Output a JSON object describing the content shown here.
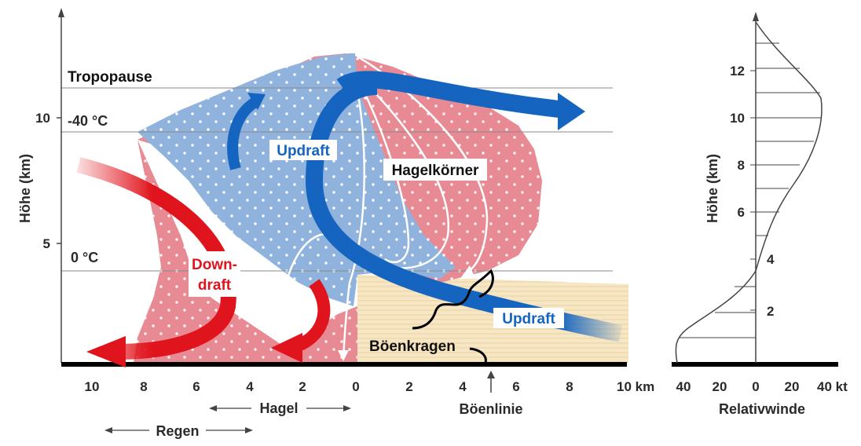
{
  "left_plot": {
    "y_axis_label": "Höhe (km)",
    "y_ticks": [
      "10",
      "5"
    ],
    "x_ticks": [
      "10",
      "8",
      "6",
      "4",
      "2",
      "0",
      "2",
      "4",
      "6",
      "8",
      "10 km"
    ],
    "levels": {
      "tropopause": "Tropopause",
      "minus40": "-40 °C",
      "zero": "0 °C"
    },
    "labels": {
      "updraft_top": "Updraft",
      "updraft_bottom": "Updraft",
      "downdraft_1": "Down-",
      "downdraft_2": "draft",
      "hail": "Hagelkörner",
      "gust_front": "Böenkragen"
    },
    "ranges": {
      "hagel": "Hagel",
      "regen": "Regen",
      "gust_line": "Böenlinie"
    }
  },
  "right_plot": {
    "y_axis_label": "Höhe (km)",
    "y_ticks": [
      "12",
      "10",
      "8",
      "6",
      "4",
      "2"
    ],
    "x_ticks": [
      "40",
      "20",
      "0",
      "20",
      "40 kt"
    ],
    "x_axis_label": "Relativwinde"
  },
  "colors": {
    "blue": "#1565c0",
    "red": "#e0141c",
    "pink_area": "#e88a94",
    "blue_area": "#8fb3dc",
    "beige": "#f7e6c3"
  }
}
